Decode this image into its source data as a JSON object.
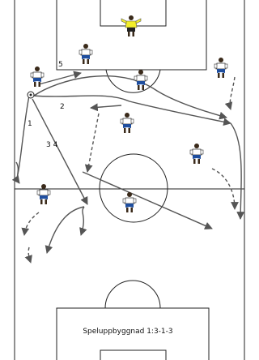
{
  "caption": "Speluppbyggnad 1:3-1-3",
  "labels": {
    "n1": "1",
    "n2": "2",
    "n34": "3 4",
    "n5": "5"
  },
  "colors": {
    "field_line": "#222222",
    "arrow": "#555555",
    "shirt": "#ffffff",
    "shorts": "#1f4e9e",
    "goalkeeper_shirt": "#f2ee2a",
    "skin": "#3a2a1a"
  },
  "icons": {
    "player": "player-icon",
    "goalkeeper": "goalkeeper-icon",
    "ball": "ball-icon"
  }
}
